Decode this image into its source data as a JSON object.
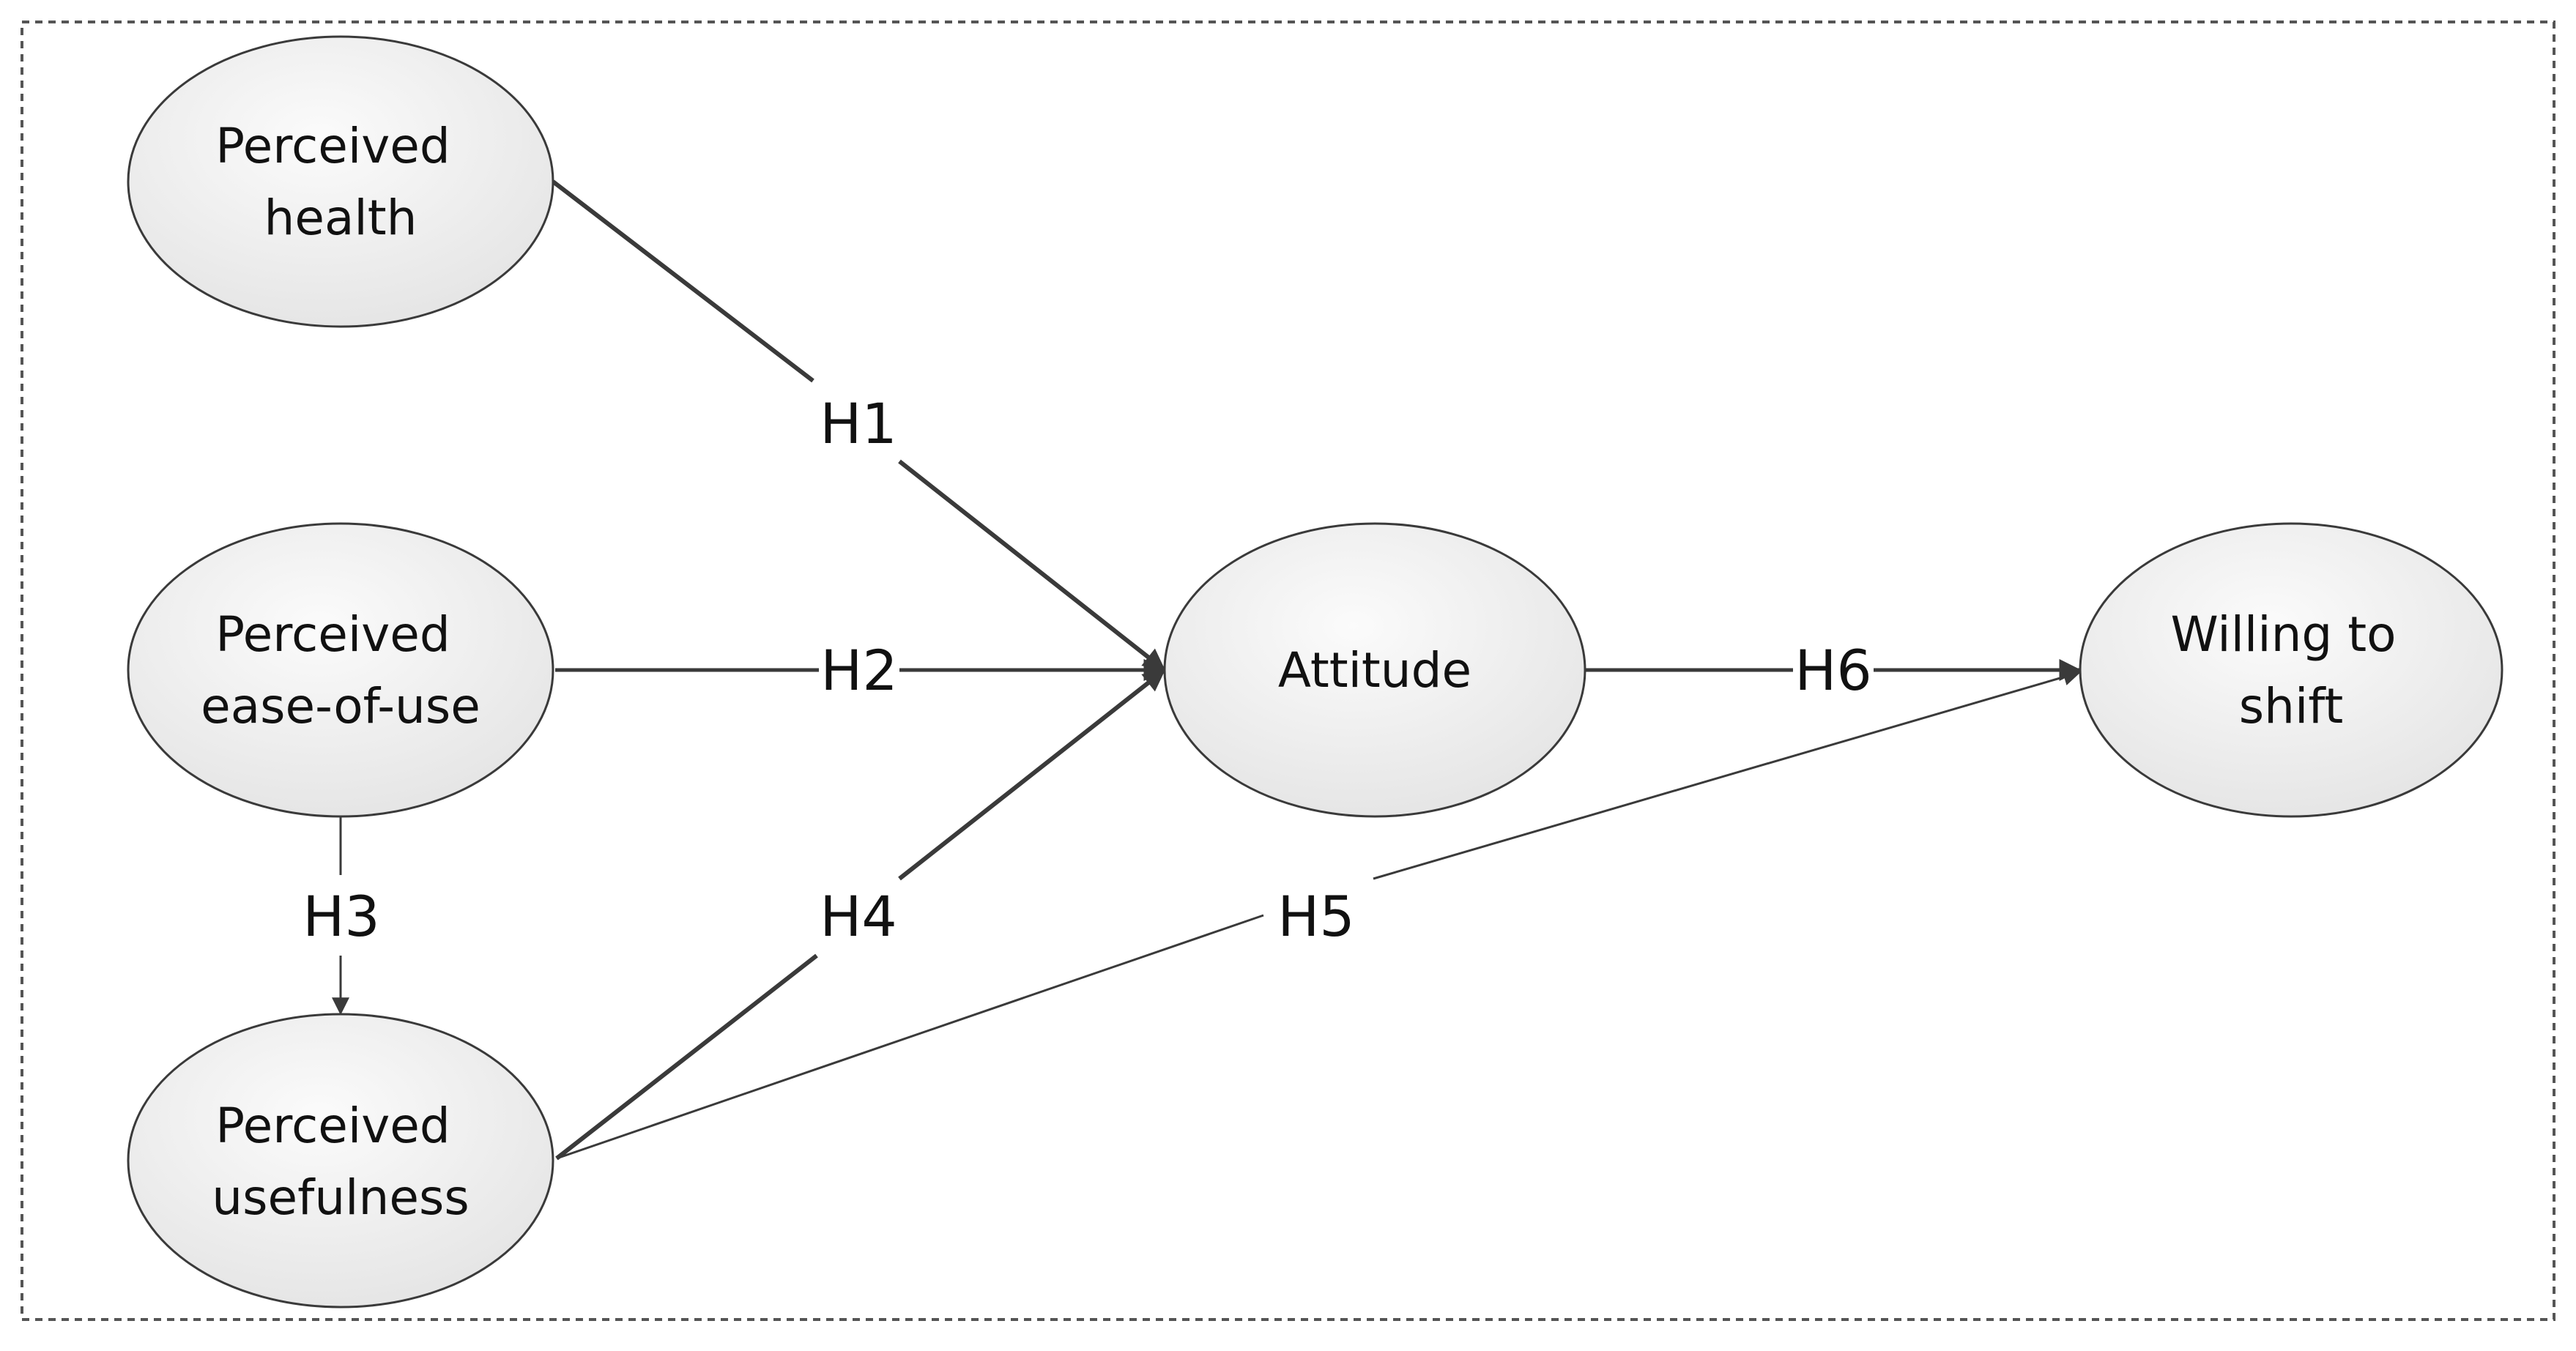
{
  "nodes": {
    "perceived_health": {
      "lines": [
        "Perceived",
        "health"
      ]
    },
    "perceived_ease_of_use": {
      "lines": [
        "Perceived",
        "ease-of-use"
      ]
    },
    "perceived_usefulness": {
      "lines": [
        "Perceived",
        "usefulness"
      ]
    },
    "attitude": {
      "lines": [
        "Attitude"
      ]
    },
    "willing_to_shift": {
      "lines": [
        "Willing to",
        "shift"
      ]
    }
  },
  "edges": {
    "h1": {
      "label": "H1",
      "from": "Perceived health",
      "to": "Attitude"
    },
    "h2": {
      "label": "H2",
      "from": "Perceived ease-of-use",
      "to": "Attitude"
    },
    "h3": {
      "label": "H3",
      "from": "Perceived ease-of-use",
      "to": "Perceived usefulness"
    },
    "h4": {
      "label": "H4",
      "from": "Perceived usefulness",
      "to": "Attitude"
    },
    "h5": {
      "label": "H5",
      "from": "Perceived usefulness",
      "to": "Willing to shift"
    },
    "h6": {
      "label": "H6",
      "from": "Attitude",
      "to": "Willing to shift"
    }
  },
  "colors": {
    "node_fill_light": "#fbfbfb",
    "node_fill_dark": "#e4e4e4",
    "stroke": "#3a3a3a",
    "frame": "#555555"
  }
}
